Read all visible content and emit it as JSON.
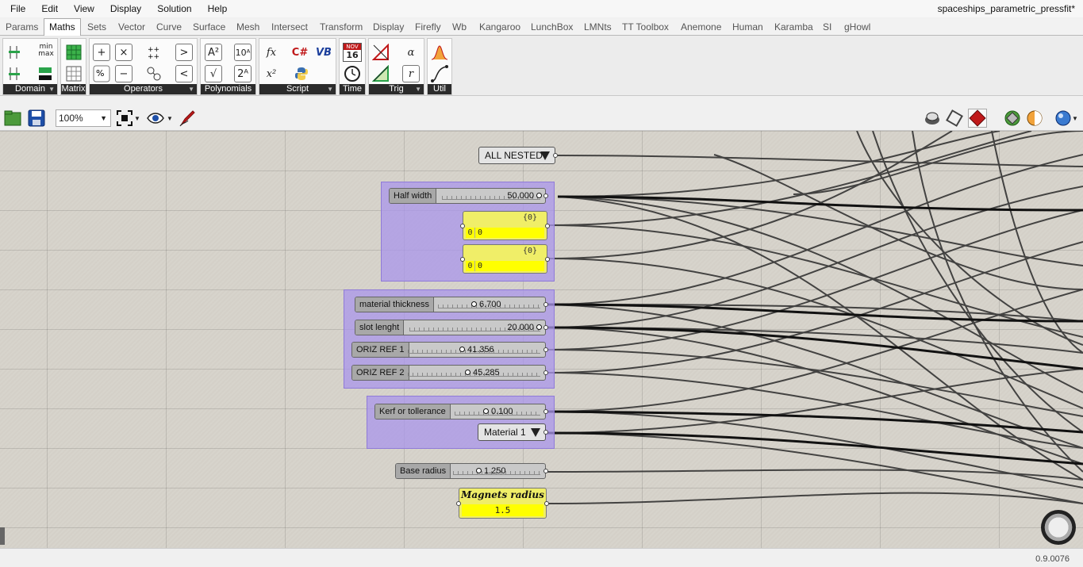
{
  "window": {
    "title": "spaceships_parametric_pressfit*"
  },
  "menu": [
    "File",
    "Edit",
    "View",
    "Display",
    "Solution",
    "Help"
  ],
  "tabs": [
    "Params",
    "Maths",
    "Sets",
    "Vector",
    "Curve",
    "Surface",
    "Mesh",
    "Intersect",
    "Transform",
    "Display",
    "Firefly",
    "Wb",
    "Kangaroo",
    "LunchBox",
    "LMNts",
    "TT Toolbox",
    "Anemone",
    "Human",
    "Karamba",
    "SI",
    "gHowl"
  ],
  "active_tab": "Maths",
  "ribbon_groups": [
    "Domain",
    "Matrix",
    "Operators",
    "Polynomials",
    "Script",
    "Time",
    "Trig",
    "Util"
  ],
  "ribbon_icons": {
    "domain_max": "max",
    "domain_min": "min",
    "time_month": "NOV",
    "time_day": "16",
    "poly_a2": "A²",
    "poly_sqrt": "√",
    "poly_10a": "10ᴬ",
    "poly_2a": "2ᴬ",
    "script_fx": "fx",
    "script_x2": "x²",
    "script_cs": "C#",
    "script_vb": "VB",
    "trig_alpha": "α",
    "trig_r": "r"
  },
  "toolbar": {
    "zoom": "100%"
  },
  "colors": {
    "group_fill": "#a996eb",
    "panel": "#f0ee68",
    "slider": "#c9c9c9",
    "wire": "#2a2a2a"
  },
  "canvas": {
    "value_list_top": "ALL NESTED",
    "sliders": {
      "half_width": {
        "label": "Half width",
        "value": "50.000"
      },
      "material_thickness": {
        "label": "material thickness",
        "value": "6.700"
      },
      "slot_length": {
        "label": "slot lenght",
        "value": "20.000"
      },
      "oriz_ref_1": {
        "label": "ORIZ REF 1",
        "value": "41.356"
      },
      "oriz_ref_2": {
        "label": "ORIZ REF 2",
        "value": "45.285"
      },
      "kerf": {
        "label": "Kerf or tollerance",
        "value": "0.100"
      },
      "base_radius": {
        "label": "Base radius",
        "value": "1.250"
      }
    },
    "panels": [
      {
        "header": "{0}",
        "index": "0",
        "value": "0"
      },
      {
        "header": "{0}",
        "index": "0",
        "value": "0"
      }
    ],
    "value_list_material": "Material 1",
    "magnets": {
      "title": "Magnets radius",
      "value": "1.5"
    }
  },
  "status": {
    "version": "0.9.0076"
  }
}
